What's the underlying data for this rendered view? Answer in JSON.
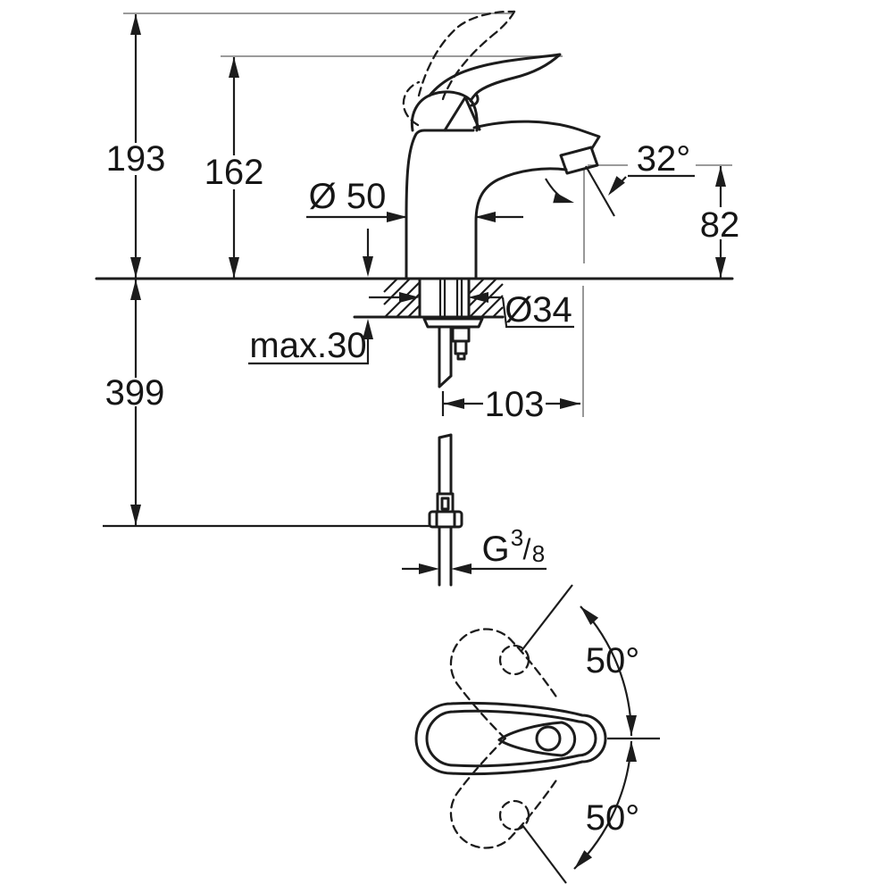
{
  "drawing": {
    "labels": {
      "total_height": "193",
      "handle_raised_height": "162",
      "body_diameter": "Ø 50",
      "spout_angle": "32°",
      "outlet_height": "82",
      "shank_diameter": "Ø34",
      "max_mounting_depth": "max.30",
      "supply_length": "399",
      "spout_reach": "103",
      "thread_prefix": "G",
      "thread_numerator": "3",
      "thread_divider": "/",
      "thread_denominator": "8",
      "swing_angle_upper": "50°",
      "swing_angle_lower": "50°"
    },
    "colors": {
      "line": "#1c1c1c",
      "reference_line": "#8d8d8d",
      "background": "#ffffff"
    }
  }
}
